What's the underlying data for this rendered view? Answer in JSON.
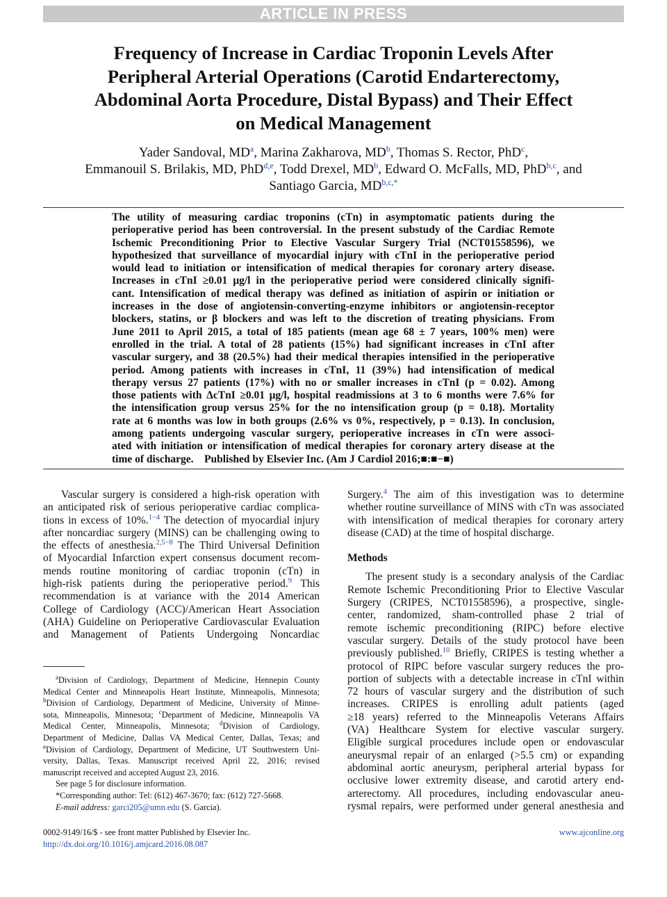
{
  "banner": "ARTICLE IN PRESS",
  "title_lines": [
    "Frequency of Increase in Cardiac Troponin Levels After",
    "Peripheral Arterial Operations (Carotid Endarterectomy,",
    "Abdominal Aorta Procedure, Distal Bypass) and Their Effect",
    "on Medical Management"
  ],
  "authors": {
    "a1_name": "Yader Sandoval, MD",
    "a1_aff": "a",
    "a2_name": "Marina Zakharova, MD",
    "a2_aff": "b",
    "a3_name": "Thomas S. Rector, PhD",
    "a3_aff": "c",
    "a4_name": "Emmanouil S. Brilakis, MD, PhD",
    "a4_aff": "d,e",
    "a5_name": "Todd Drexel, MD",
    "a5_aff": "b",
    "a6_name": "Edward O. McFalls, MD, PhD",
    "a6_aff": "b,c",
    "and": "and",
    "a7_name": "Santiago Garcia, MD",
    "a7_aff": "b,c,*"
  },
  "abstract_lines": [
    "The utility of measuring cardiac troponins (cTn) in asymptomatic patients during the",
    "perioperative period has been controversial. In the present substudy of the Cardiac Remote",
    "Ischemic Preconditioning Prior to Elective Vascular Surgery Trial (NCT01558596), we",
    "hypothesized that surveillance of myocardial injury with cTnI in the perioperative period",
    "would lead to initiation or intensification of medical therapies for coronary artery disease.",
    "Increases in cTnI ≥0.01 μg/l in the perioperative period were considered clinically signifi-",
    "cant. Intensification of medical therapy was defined as initiation of aspirin or initiation or",
    "increases in the dose of angiotensin-converting-enzyme inhibitors or angiotensin-receptor",
    "blockers, statins, or β blockers and was left to the discretion of treating physicians. From",
    "June 2011 to April 2015, a total of 185 patients (mean age 68 ± 7 years, 100% men) were",
    "enrolled in the trial. A total of 28 patients (15%) had significant increases in cTnI after",
    "vascular surgery, and 38 (20.5%) had their medical therapies intensified in the perioperative",
    "period. Among patients with increases in cTnI, 11 (39%) had intensification of medical",
    "therapy versus 27 patients (17%) with no or smaller increases in cTnI (p = 0.02). Among",
    "those patients with ΔcTnI ≥0.01 μg/l, hospital readmissions at 3 to 6 months were 7.6% for",
    "the intensification group versus 25% for the no intensification group (p = 0.18). Mortality",
    "rate at 6 months was low in both groups (2.6% vs 0%, respectively, p = 0.13). In conclusion,",
    "among patients undergoing vascular surgery, perioperative increases in cTn were associ-",
    "ated with initiation or intensification of medical therapies for coronary artery disease at the",
    "time of discharge.    Published by Elsevier Inc. (Am J Cardiol 2016;■:■−■)"
  ],
  "left_col": [
    {
      "t": "    Vascular surgery is considered a high-risk operation with"
    },
    {
      "t": "an anticipated risk of serious perioperative cardiac complica-"
    },
    {
      "t": "tions in excess of 10%.",
      "ref": "1−4",
      "t2": " The detection of myocardial injury"
    },
    {
      "t": "after noncardiac surgery (MINS) can be challenging owing to"
    },
    {
      "t": "the effects of anesthesia.",
      "ref": "2,5−8",
      "t2": " The Third Universal Definition"
    },
    {
      "t": "of Myocardial Infarction expert consensus document recom-"
    },
    {
      "t": "mends routine monitoring of cardiac troponin (cTn) in"
    },
    {
      "t": "high-risk patients during the perioperative period.",
      "ref": "9",
      "t2": " This"
    },
    {
      "t": "recommendation is at variance with the 2014 American"
    },
    {
      "t": "College of Cardiology (ACC)/American Heart Association"
    },
    {
      "t": "(AHA) Guideline on Perioperative Cardiovascular Evaluation"
    },
    {
      "t": "and Management of Patients Undergoing Noncardiac"
    }
  ],
  "right_top": [
    {
      "t": "Surgery.",
      "ref": "4",
      "t2": " The aim of this investigation was to determine"
    },
    {
      "t": "whether routine surveillance of MINS with cTn was associated"
    },
    {
      "t": "with intensification of medical therapies for coronary artery"
    },
    {
      "t": "disease (CAD) at the time of hospital discharge.",
      "end": true
    }
  ],
  "methods_heading": "Methods",
  "methods_lines": [
    {
      "t": "    The present study is a secondary analysis of the Cardiac"
    },
    {
      "t": "Remote Ischemic Preconditioning Prior to Elective Vascular"
    },
    {
      "t": "Surgery (CRIPES, NCT01558596), a prospective, single-"
    },
    {
      "t": "center, randomized, sham-controlled phase 2 trial of"
    },
    {
      "t": "remote ischemic preconditioning (RIPC) before elective"
    },
    {
      "t": "vascular surgery. Details of the study protocol have been"
    },
    {
      "t": "previously published.",
      "ref": "10",
      "t2": " Briefly, CRIPES is testing whether a"
    },
    {
      "t": "protocol of RIPC before vascular surgery reduces the pro-"
    },
    {
      "t": "portion of subjects with a detectable increase in cTnI within"
    },
    {
      "t": "72 hours of vascular surgery and the distribution of such"
    },
    {
      "t": "increases. CRIPES is enrolling adult patients (aged"
    },
    {
      "t": "≥18 years) referred to the Minneapolis Veterans Affairs"
    },
    {
      "t": "(VA) Healthcare System for elective vascular surgery."
    },
    {
      "t": "Eligible surgical procedures include open or endovascular"
    },
    {
      "t": "aneurysmal repair of an enlarged (>5.5 cm) or expanding"
    },
    {
      "t": "abdominal aortic aneurysm, peripheral arterial bypass for"
    },
    {
      "t": "occlusive lower extremity disease, and carotid artery end-"
    },
    {
      "t": "arterectomy. All procedures, including endovascular aneu-"
    },
    {
      "t": "rysmal repairs, were performed under general anesthesia and"
    }
  ],
  "footnotes": {
    "lines": [
      {
        "sup": "a",
        "t": "Division of Cardiology, Department of Medicine, Hennepin County",
        "ind": true
      },
      {
        "t": "Medical Center and Minneapolis Heart Institute, Minneapolis, Minnesota;"
      },
      {
        "sup": "b",
        "t": "Division of Cardiology, Department of Medicine, University of Minne-"
      },
      {
        "t": "sota, Minneapolis, Minnesota; ",
        "sup2": "c",
        "t2": "Department of Medicine, Minneapolis VA"
      },
      {
        "t": "Medical Center, Minneapolis, Minnesota; ",
        "sup2": "d",
        "t2": "Division of Cardiology,"
      },
      {
        "t": "Department of Medicine, Dallas VA Medical Center, Dallas, Texas; and"
      },
      {
        "sup": "e",
        "t": "Division of Cardiology, Department of Medicine, UT Southwestern Uni-"
      },
      {
        "t": "versity, Dallas, Texas. Manuscript received April 22, 2016; revised"
      },
      {
        "t": "manuscript received and accepted August 23, 2016.",
        "end": true
      }
    ],
    "disclosure": "See page 5 for disclosure information.",
    "corresponding": "*Corresponding author: Tel: (612) 467-3670; fax: (612) 727-5668.",
    "email_label": "E-mail address:",
    "email": "garci205@umn.edu",
    "email_after": "(S. Garcia)."
  },
  "issn": "0002-9149/16/$ - see front matter Published by Elsevier Inc.",
  "doi": "http://dx.doi.org/10.1016/j.amjcard.2016.08.087",
  "website": "www.ajconline.org"
}
